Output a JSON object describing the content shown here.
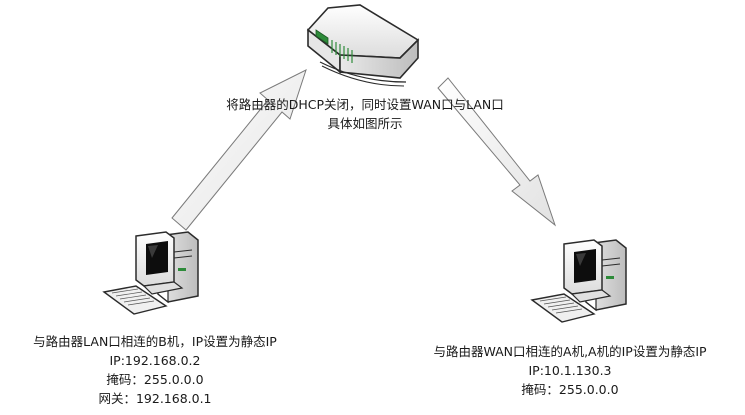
{
  "router": {
    "icon": "router-icon",
    "caption": [
      "将路由器的DHCP关闭，同时设置WAN口与LAN口",
      "具体如图所示"
    ]
  },
  "pc_b": {
    "icon": "computer-icon",
    "caption": [
      "与路由器LAN口相连的B机，IP设置为静态IP",
      "IP:192.168.0.2",
      "掩码：255.0.0.0",
      "网关：192.168.0.1"
    ]
  },
  "pc_a": {
    "icon": "computer-icon",
    "caption": [
      "与路由器WAN口相连的A机,A机的IP设置为静态IP",
      "IP:10.1.130.3",
      "掩码：255.0.0.0"
    ]
  },
  "colors": {
    "arrow_fill": "#f4f4f4",
    "arrow_stroke": "#7a7a7a",
    "device_body": "#ffffff",
    "device_stroke": "#2b2b2b",
    "screen": "#0d0d0d",
    "accent": "#2e8b3a"
  }
}
